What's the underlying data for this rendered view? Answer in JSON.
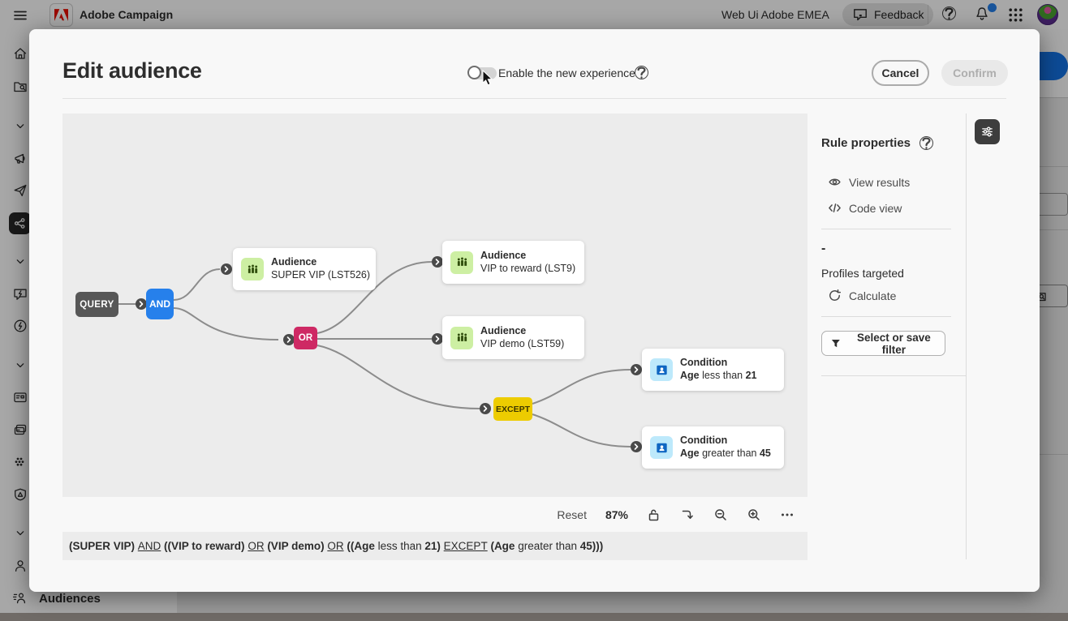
{
  "topbar": {
    "app_name": "Adobe Campaign",
    "env_label": "Web Ui Adobe EMEA",
    "feedback_label": "Feedback"
  },
  "background": {
    "page_title": "Audiences"
  },
  "modal": {
    "title": "Edit audience",
    "toggle_label": "Enable the new experience",
    "cancel_label": "Cancel",
    "confirm_label": "Confirm"
  },
  "canvas": {
    "nodes": {
      "query": "QUERY",
      "and": "AND",
      "or": "OR",
      "except": "EXCEPT"
    },
    "audience_cards": [
      {
        "title": "Audience",
        "subtitle": "SUPER VIP (LST526)"
      },
      {
        "title": "Audience",
        "subtitle": "VIP to reward (LST9)"
      },
      {
        "title": "Audience",
        "subtitle": "VIP demo (LST59)"
      }
    ],
    "condition_cards": [
      {
        "title": "Condition",
        "field": "Age",
        "operator": " less than ",
        "value": "21"
      },
      {
        "title": "Condition",
        "field": "Age",
        "operator": " greater than ",
        "value": "45"
      }
    ],
    "toolbar": {
      "reset_label": "Reset",
      "zoom_level": "87%"
    },
    "expression_segments": [
      {
        "text": "(SUPER VIP) ",
        "bold": true
      },
      {
        "text": "AND",
        "underline": true
      },
      {
        "text": " ((VIP to reward) ",
        "bold": true
      },
      {
        "text": "OR",
        "underline": true
      },
      {
        "text": " (VIP demo) ",
        "bold": true
      },
      {
        "text": "OR",
        "underline": true
      },
      {
        "text": " ((",
        "bold": true
      },
      {
        "text": "Age",
        "bold": true
      },
      {
        "text": " less than "
      },
      {
        "text": "21",
        "bold": true
      },
      {
        "text": ") ",
        "bold": true
      },
      {
        "text": "EXCEPT",
        "underline": true
      },
      {
        "text": " (",
        "bold": true
      },
      {
        "text": "Age",
        "bold": true
      },
      {
        "text": " greater than "
      },
      {
        "text": "45",
        "bold": true
      },
      {
        "text": ")))",
        "bold": true
      }
    ]
  },
  "rule_panel": {
    "title": "Rule properties",
    "view_results": "View results",
    "code_view": "Code view",
    "profiles_value": "-",
    "profiles_label": "Profiles targeted",
    "calculate_label": "Calculate",
    "filter_button": "Select or save filter"
  },
  "colors": {
    "query_node": "#575757",
    "and_node": "#2680eb",
    "or_node": "#ce2964",
    "except_node": "#edcc00",
    "audience_icon_bg": "#cdefa3",
    "condition_icon_bg": "#bde9fb",
    "notification_dot": "#2680eb",
    "primary_blue": "#1473e6"
  }
}
